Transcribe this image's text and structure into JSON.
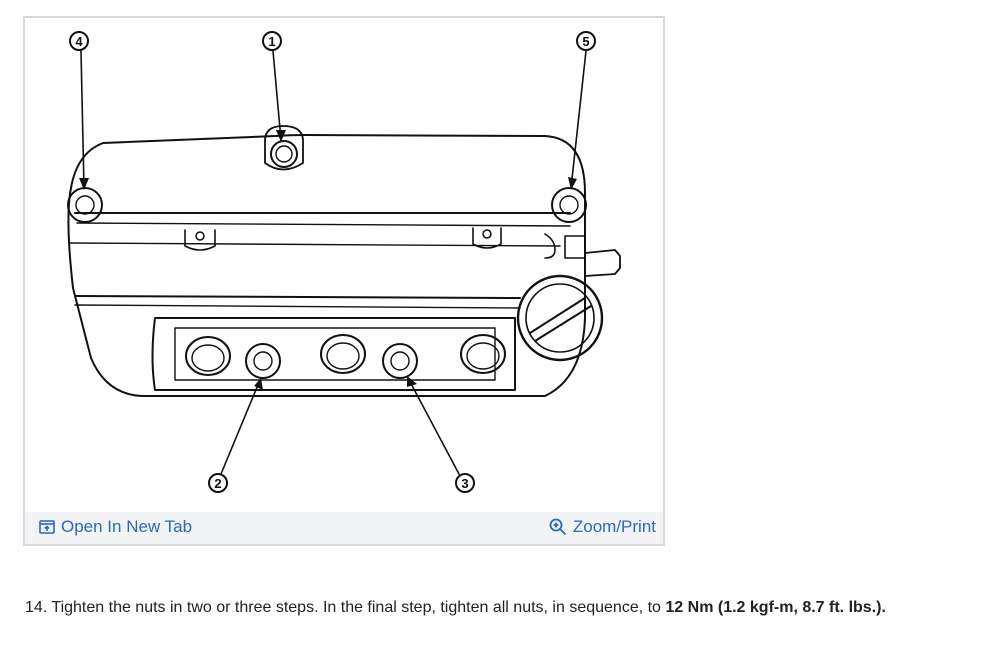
{
  "figure": {
    "callouts": [
      "1",
      "2",
      "3",
      "4",
      "5"
    ],
    "footer": {
      "open_tab_label": "Open In New Tab",
      "open_tab_icon": "open-new-tab-icon",
      "zoom_label": "Zoom/Print",
      "zoom_icon": "zoom-in-icon",
      "link_color": "#2a6ab8"
    }
  },
  "instruction": {
    "prefix": "14. Tighten the nuts in two or three steps. In the final step, tighten all nuts, in sequence, to ",
    "emphasis": "12 Nm (1.2 kgf-m, 8.7 ft. lbs.)."
  }
}
